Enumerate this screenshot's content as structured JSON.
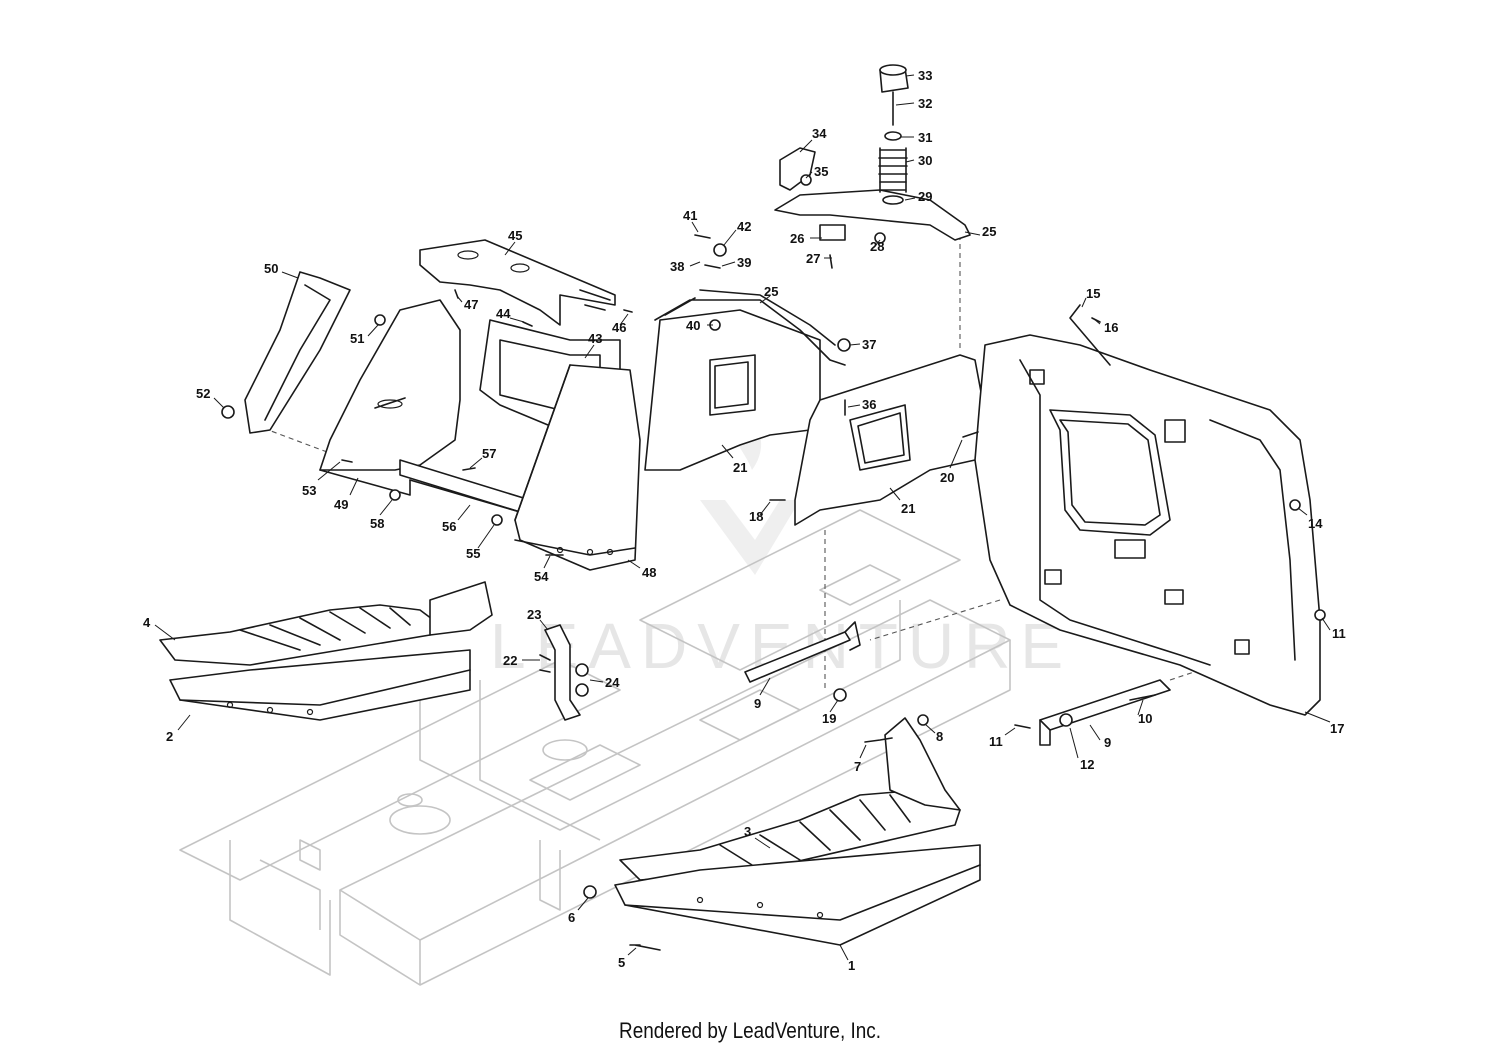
{
  "watermark": "LEADVENTURE",
  "footer": "Rendered by LeadVenture, Inc.",
  "callouts": [
    "1",
    "2",
    "3",
    "4",
    "5",
    "6",
    "7",
    "8",
    "9",
    "9",
    "10",
    "11",
    "11",
    "12",
    "14",
    "15",
    "16",
    "17",
    "18",
    "19",
    "20",
    "21",
    "21",
    "22",
    "23",
    "24",
    "25",
    "25",
    "26",
    "27",
    "28",
    "29",
    "30",
    "31",
    "32",
    "33",
    "34",
    "35",
    "36",
    "37",
    "38",
    "39",
    "40",
    "41",
    "42",
    "43",
    "44",
    "45",
    "46",
    "47",
    "48",
    "49",
    "50",
    "51",
    "52",
    "53",
    "54",
    "55",
    "56",
    "57",
    "58"
  ]
}
